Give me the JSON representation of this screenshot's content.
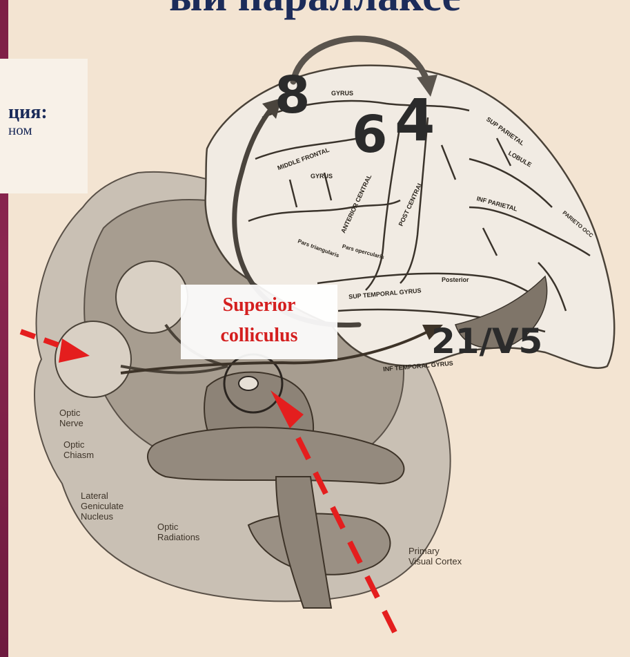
{
  "slide": {
    "title": "ый параллаксе",
    "panel_heading": "ция:",
    "panel_body": "ном"
  },
  "callout": {
    "line1": "Superior",
    "line2": "colliculus"
  },
  "areas": {
    "a8": "8",
    "a6": "6",
    "a4": "4",
    "a21": "21/V5"
  },
  "anatomy_labels": {
    "optic_nerve": "Optic\nNerve",
    "optic_chiasm": "Optic\nChiasm",
    "lgn": "Lateral\nGeniculate\nNucleus",
    "optic_radiations": "Optic\nRadiations",
    "v1": "Primary\nVisual Cortex"
  },
  "brain_labels": {
    "gyrus_top": "GYRUS",
    "middle_frontal": "MIDDLE FRONTAL",
    "gyrus_mid": "GYRUS",
    "sup_parietal": "SUP PARIETAL",
    "lobule": "LOBULE",
    "inf_parietal": "INF PARIETAL",
    "anterior_central": "ANTERIOR CENTRAL",
    "post_central": "POST CENTRAL",
    "sup_temporal": "SUP TEMPORAL GYRUS",
    "inf_temporal": "INF TEMPORAL GYRUS",
    "posterior": "Posterior",
    "pars_triangularis": "Pars triangularis",
    "pars_opercularis": "Pars opercularis",
    "parieto_occ": "PARIETO OCC"
  },
  "colors": {
    "title": "#1c2c5a",
    "callout_text": "#d41f1f",
    "dashed_arrow": "#e41e1e",
    "background": "#f3e4d2"
  }
}
